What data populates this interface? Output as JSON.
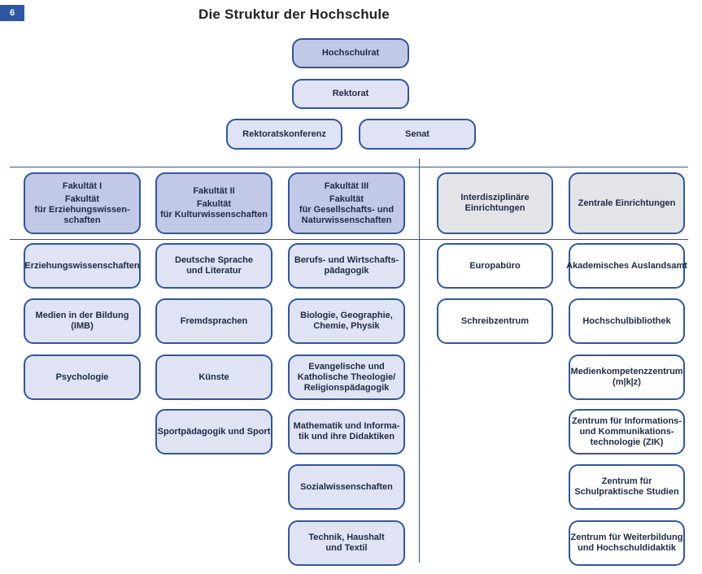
{
  "page_number": "6",
  "title": "Die Struktur der Hochschule",
  "top": {
    "hochschulrat": "Hochschulrat",
    "rektorat": "Rektorat",
    "rektoratskonferenz": "Rektoratskonferenz",
    "senat": "Senat"
  },
  "faculties": [
    {
      "head": [
        "Fakultät I",
        "Fakultät",
        "für Erziehungswissen-",
        "schaften"
      ],
      "units": [
        [
          "Erziehungswissenschaften"
        ],
        [
          "Medien in der Bildung",
          "(IMB)"
        ],
        [
          "Psychologie"
        ]
      ]
    },
    {
      "head": [
        "Fakultät II",
        "Fakultät",
        "für Kulturwissenschaften"
      ],
      "units": [
        [
          "Deutsche Sprache",
          "und Literatur"
        ],
        [
          "Fremdsprachen"
        ],
        [
          "Künste"
        ],
        [
          "Sportpädagogik und Sport"
        ]
      ]
    },
    {
      "head": [
        "Fakultät III",
        "Fakultät",
        "für Gesellschafts- und",
        "Naturwissenschaften"
      ],
      "units": [
        [
          "Berufs- und Wirtschafts-",
          "pädagogik"
        ],
        [
          "Biologie, Geographie,",
          "Chemie, Physik"
        ],
        [
          "Evangelische und",
          "Katholische Theologie/",
          "Religionspädagogik"
        ],
        [
          "Mathematik und Informa-",
          "tik und ihre Didaktiken"
        ],
        [
          "Sozialwissenschaften"
        ],
        [
          "Technik, Haushalt",
          "und Textil"
        ]
      ]
    }
  ],
  "interdisciplinary": {
    "head": [
      "Interdisziplinäre",
      "Einrichtungen"
    ],
    "units": [
      [
        "Europabüro"
      ],
      [
        "Schreibzentrum"
      ]
    ]
  },
  "central": {
    "head": [
      "Zentrale Einrichtungen"
    ],
    "units": [
      [
        "Akademisches Auslandsamt"
      ],
      [
        "Hochschulbibliothek"
      ],
      [
        "Medienkompetenzzentrum",
        "(m|k|z)"
      ],
      [
        "Zentrum für Informations-",
        "und Kommunikations-",
        "technologie (ZIK)"
      ],
      [
        "Zentrum für",
        "Schulpraktische Studien"
      ],
      [
        "Zentrum für Weiterbildung",
        "und Hochschuldidaktik"
      ]
    ]
  },
  "colors": {
    "accent": "#2f56a0",
    "box_dark": "#c2c9e6",
    "box_light": "#dfe3f3",
    "box_grey": "#e3e4e7",
    "box_white": "#ffffff"
  }
}
